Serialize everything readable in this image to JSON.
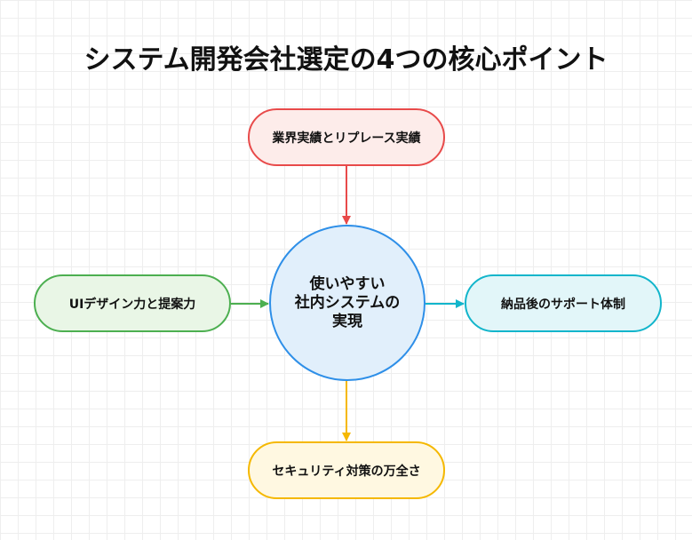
{
  "title": "システム開発会社選定の4つの核心ポイント",
  "center": {
    "line1": "使いやすい",
    "line2": "社内システムの",
    "line3": "実現"
  },
  "nodes": {
    "top": "業界実績とリプレース実績",
    "left": "UIデザイン力と提案力",
    "right": "納品後のサポート体制",
    "bottom": "セキュリティ対策の万全さ"
  },
  "colors": {
    "top": "#e84a4a",
    "left": "#4caf50",
    "right": "#12b5cb",
    "bottom": "#f5b800",
    "center": "#2e8fe8"
  }
}
